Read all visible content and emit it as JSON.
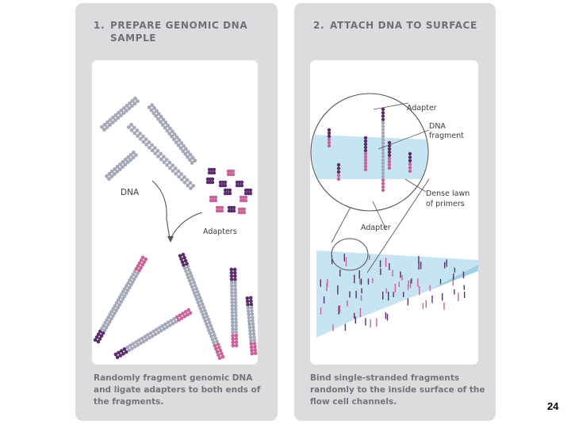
{
  "panels": [
    {
      "number": "1.",
      "title_lines": [
        "PREPARE GENOMIC DNA",
        "SAMPLE"
      ],
      "labels": {
        "dna": "DNA",
        "adapters": "Adapters"
      },
      "caption_lines": [
        "Randomly fragment genomic DNA",
        "and ligate adapters to both ends of",
        "the fragments."
      ]
    },
    {
      "number": "2.",
      "title_lines": [
        "ATTACH DNA TO SURFACE"
      ],
      "labels": {
        "adapter_top": "Adapter",
        "dna_fragment": [
          "DNA",
          "fragment"
        ],
        "dense_lawn": [
          "Dense lawn",
          "of primers"
        ],
        "adapter_bottom": "Adapter"
      },
      "caption_lines": [
        "Bind single-stranded fragments",
        "randomly to the inside surface of the",
        "flow cell channels."
      ]
    }
  ],
  "page_number": "24",
  "colors": {
    "dna_gray": "#a3a9b9",
    "adapter_purple": "#5b2d6e",
    "adapter_pink": "#c8649a",
    "surface_blue": "#bfe0ee"
  }
}
